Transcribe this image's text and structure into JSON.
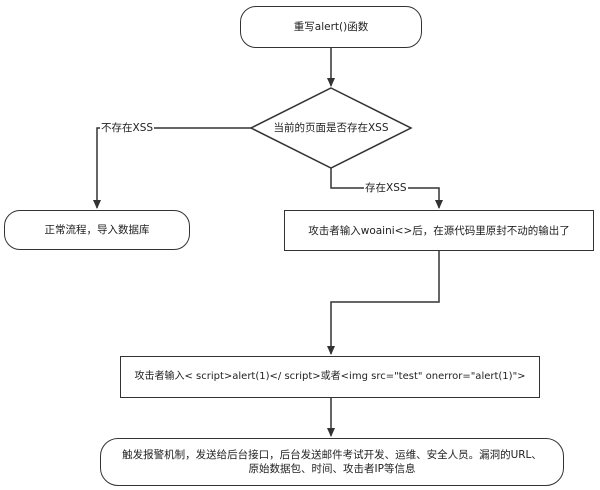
{
  "nodes": {
    "start": "重写alert()函数",
    "decision": "当前的页面是否存在XSS",
    "normal": "正常流程，导入数据库",
    "attack1": "攻击者输入woaini<>后，在源代码里原封不动的输出了",
    "attack2": "攻击者输入< script>alert(1)</ script>或者<img src=\"test\" onerror=\"alert(1)\">",
    "alarm": "触发报警机制，发送给后台接口，后台发送邮件考试开发、运维、安全人员。漏洞的URL、原始数据包、时间、攻击者IP等信息"
  },
  "edges": {
    "no_label": "不存在XSS",
    "yes_label": "存在XSS"
  }
}
